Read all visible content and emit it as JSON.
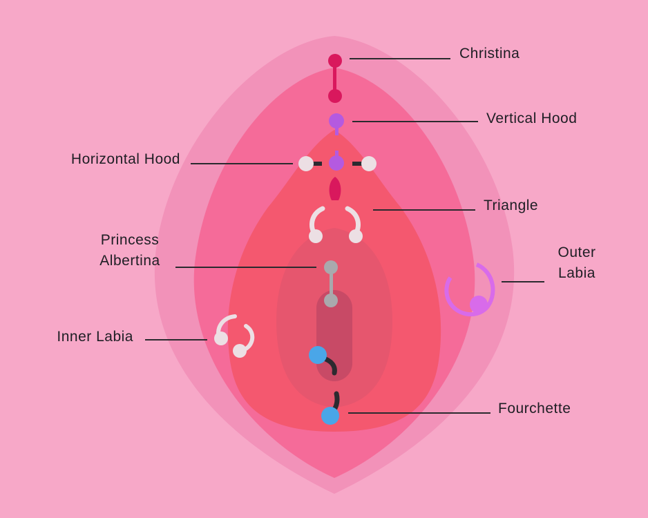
{
  "colors": {
    "background": "#f7a8c8",
    "layer_outer": "#f292b9",
    "layer_mid": "#f56b99",
    "layer_inner": "#f4586f",
    "layer_core": "#e6566e",
    "opening": "#c84a66",
    "jewelry_magenta": "#d9185d",
    "jewelry_purple": "#b45ae0",
    "jewelry_silver": "#ecdfe4",
    "jewelry_grey": "#a9a9ad",
    "jewelry_blue": "#4aa6e8",
    "jewelry_violet": "#d86bea",
    "bar_dark": "#2c2a30",
    "leader": "#2a2a2e"
  },
  "labels": {
    "christina": "Christina",
    "vertical_hood": "Vertical Hood",
    "horizontal_hood": "Horizontal Hood",
    "triangle": "Triangle",
    "princess_albertina_line1": "Princess",
    "princess_albertina_line2": "Albertina",
    "outer_labia_line1": "Outer",
    "outer_labia_line2": "Labia",
    "inner_labia": "Inner Labia",
    "fourchette": "Fourchette"
  }
}
